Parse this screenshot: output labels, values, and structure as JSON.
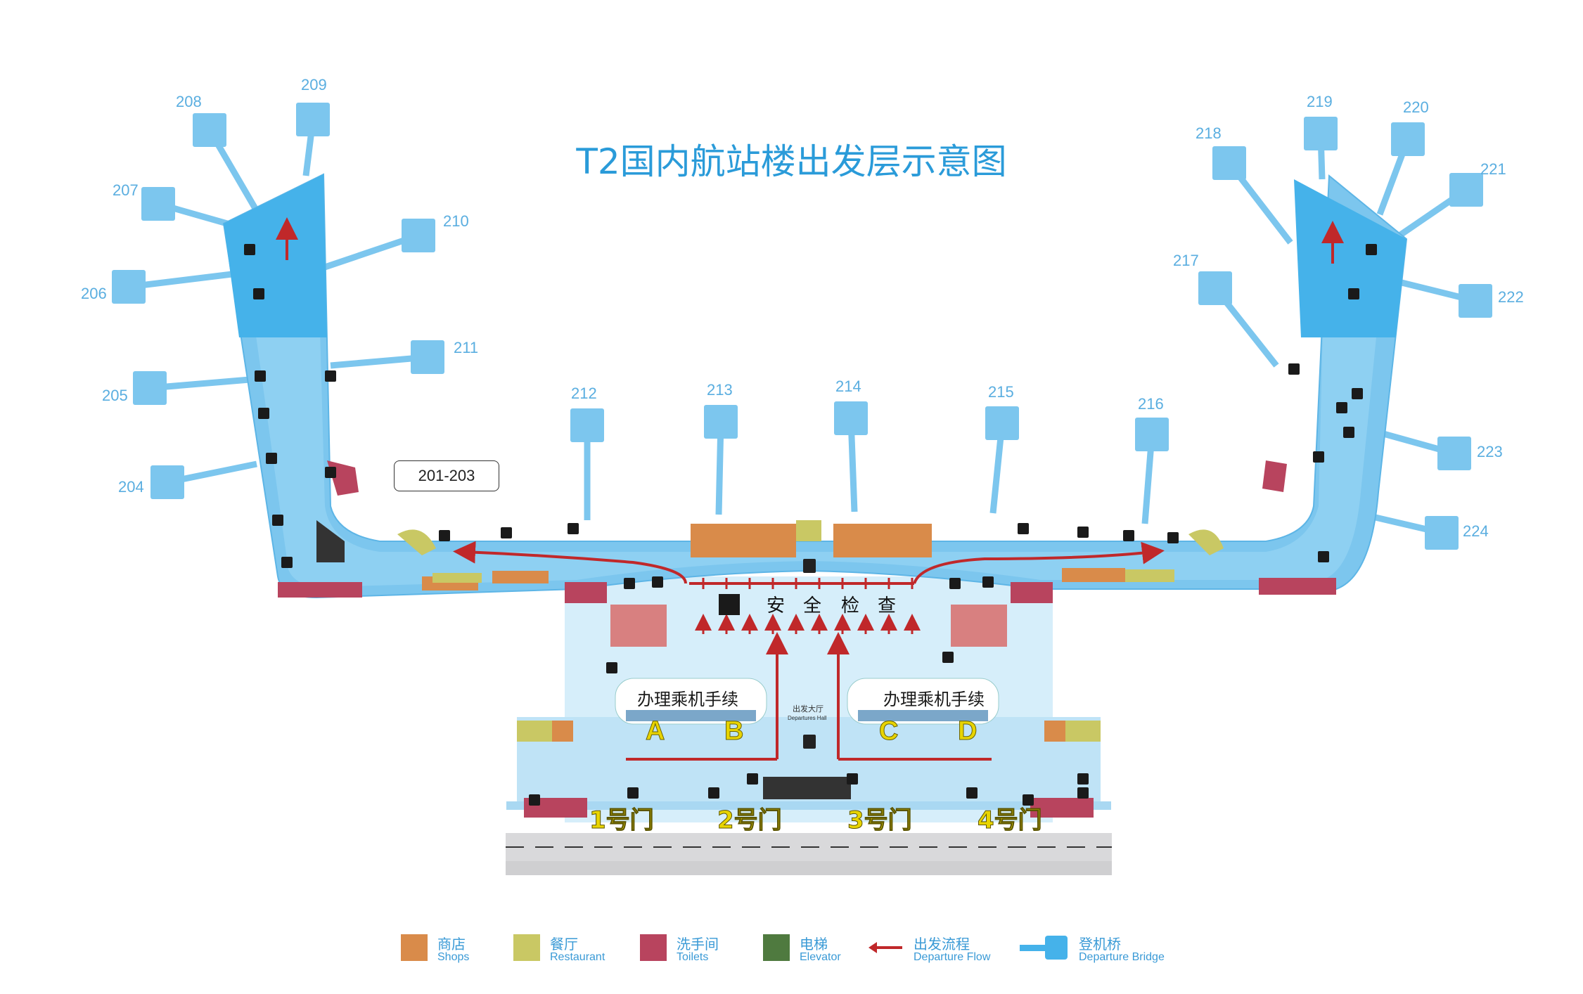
{
  "title": "T2国内航站楼出发层示意图",
  "gates": [
    "201-203",
    "204",
    "205",
    "206",
    "207",
    "208",
    "209",
    "210",
    "211",
    "212",
    "213",
    "214",
    "215",
    "216",
    "217",
    "218",
    "219",
    "220",
    "221",
    "222",
    "223",
    "224"
  ],
  "security_label": [
    "安",
    "全",
    "检",
    "查"
  ],
  "checkin": {
    "label": "办理乘机手续",
    "counters": [
      "A",
      "B",
      "C",
      "D"
    ]
  },
  "departures_hall": {
    "cn": "出发大厅",
    "en": "Departures Hall"
  },
  "doors": [
    "1号门",
    "2号门",
    "3号门",
    "4号门"
  ],
  "legend": [
    {
      "cn": "商店",
      "en": "Shops",
      "color": "#d98b4a"
    },
    {
      "cn": "餐厅",
      "en": "Restaurant",
      "color": "#c9c864"
    },
    {
      "cn": "洗手间",
      "en": "Toilets",
      "color": "#b8445e"
    },
    {
      "cn": "电梯",
      "en": "Elevator",
      "color": "#4f7a3f"
    },
    {
      "cn": "出发流程",
      "en": "Departure Flow",
      "color": "#c0282a"
    },
    {
      "cn": "登机桥",
      "en": "Departure Bridge",
      "color": "#45b2ea"
    }
  ],
  "colors": {
    "concourse": "#7cc6ee",
    "concourse_dark": "#45b2ea",
    "hall": "#bfe3f6",
    "flow": "#c0282a",
    "shop": "#d98b4a",
    "restaurant": "#c9c864",
    "toilet": "#b8445e",
    "elevator": "#4f7a3f"
  }
}
